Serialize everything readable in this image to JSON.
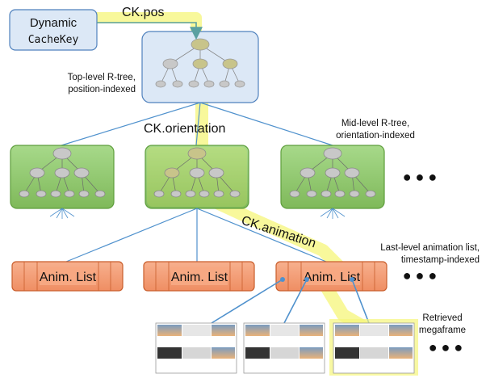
{
  "cache_key": {
    "line1": "Dynamic",
    "line2": "CacheKey"
  },
  "edge_labels": {
    "pos": "CK.pos",
    "orientation": "CK.orientation",
    "animation": "CK.animation"
  },
  "annotations": {
    "top_level_1": "Top-level R-tree,",
    "top_level_2": "position-indexed",
    "mid_level_1": "Mid-level R-tree,",
    "mid_level_2": "orientation-indexed",
    "last_level_1": "Last-level animation list,",
    "last_level_2": "timestamp-indexed",
    "retrieved_1": "Retrieved",
    "retrieved_2": "megaframe"
  },
  "anim_list_label": "Anim. List",
  "ellipsis": "● ● ●",
  "colors": {
    "blue_box_fill": "#dce8f6",
    "blue_box_stroke": "#4f81bd",
    "green_box_fill": "#8ec66a",
    "green_box_stroke": "#5e9e3c",
    "orange_fill": "#f4a07a",
    "orange_stroke": "#c95e2c",
    "highlight": "#f5f57a",
    "node_fill": "#c8c8c8",
    "node_highlight": "#c8c48a",
    "connector": "#4f91cd"
  }
}
